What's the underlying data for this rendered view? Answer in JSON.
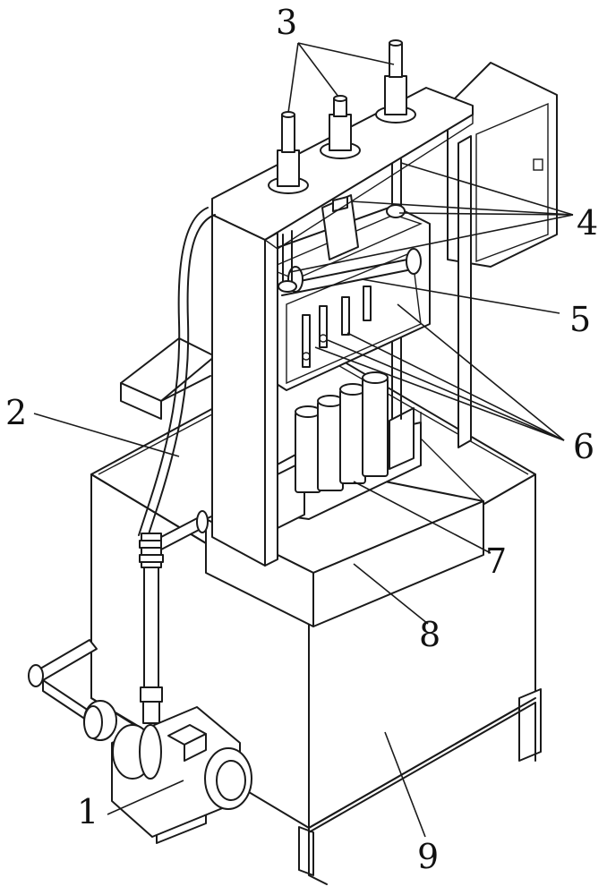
{
  "diagram": {
    "labels": [
      {
        "id": "pump",
        "text": "1"
      },
      {
        "id": "hose",
        "text": "2"
      },
      {
        "id": "cylinders",
        "text": "3"
      },
      {
        "id": "guide-rods",
        "text": "4"
      },
      {
        "id": "carriage",
        "text": "5"
      },
      {
        "id": "nozzles",
        "text": "6"
      },
      {
        "id": "containers",
        "text": "7"
      },
      {
        "id": "worktable",
        "text": "8"
      },
      {
        "id": "tank",
        "text": "9"
      }
    ]
  }
}
